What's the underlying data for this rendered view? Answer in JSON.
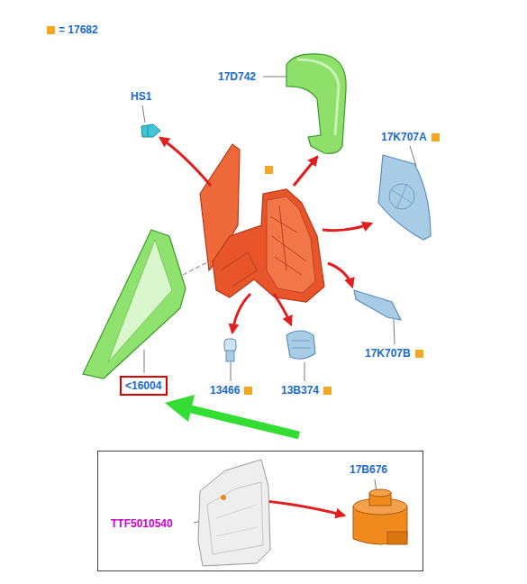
{
  "diagram": {
    "nodes": [
      {
        "text": [
          "<16004"
        ]
      },
      {
        "text": [
          "TTF5010540",
          "17B676"
        ]
      }
    ],
    "labels": [
      "17D742",
      "HS1",
      "17K707A",
      "17K707B",
      "13466",
      "13B374"
    ],
    "legend": [
      {
        "text": "= 17682",
        "color": "#f5a623"
      }
    ]
  }
}
